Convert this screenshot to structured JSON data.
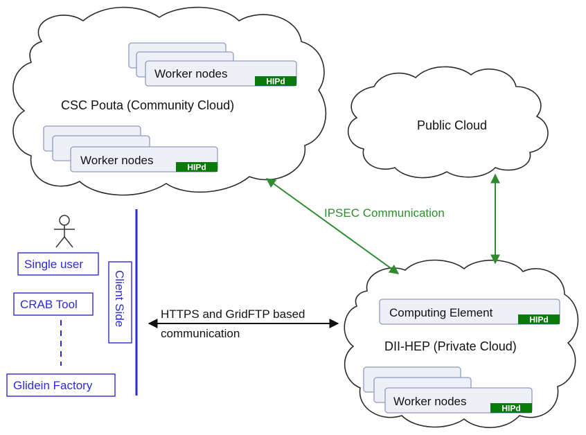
{
  "clouds": {
    "csc": {
      "label": "CSC Pouta (Community Cloud)"
    },
    "public": {
      "label": "Public Cloud"
    },
    "private": {
      "label": "DII-HEP (Private Cloud)"
    }
  },
  "nodes": {
    "csc_top": {
      "label": "Worker nodes",
      "tag": "HIPd"
    },
    "csc_bottom": {
      "label": "Worker nodes",
      "tag": "HIPd"
    },
    "computing_element": {
      "label": "Computing Element",
      "tag": "HIPd"
    },
    "private_workers": {
      "label": "Worker nodes",
      "tag": "HIPd"
    }
  },
  "client": {
    "side_label": "Client Side",
    "items": [
      "Single user",
      "CRAB Tool",
      "Glidein Factory"
    ]
  },
  "links": {
    "ipsec": "IPSEC Communication",
    "https_line1": "HTTPS and GridFTP based",
    "https_line2": "communication"
  },
  "colors": {
    "accent_blue": "#2b2bd6",
    "ipsec_green": "#2e8b2e",
    "hipd_green": "#0a7a0a"
  }
}
